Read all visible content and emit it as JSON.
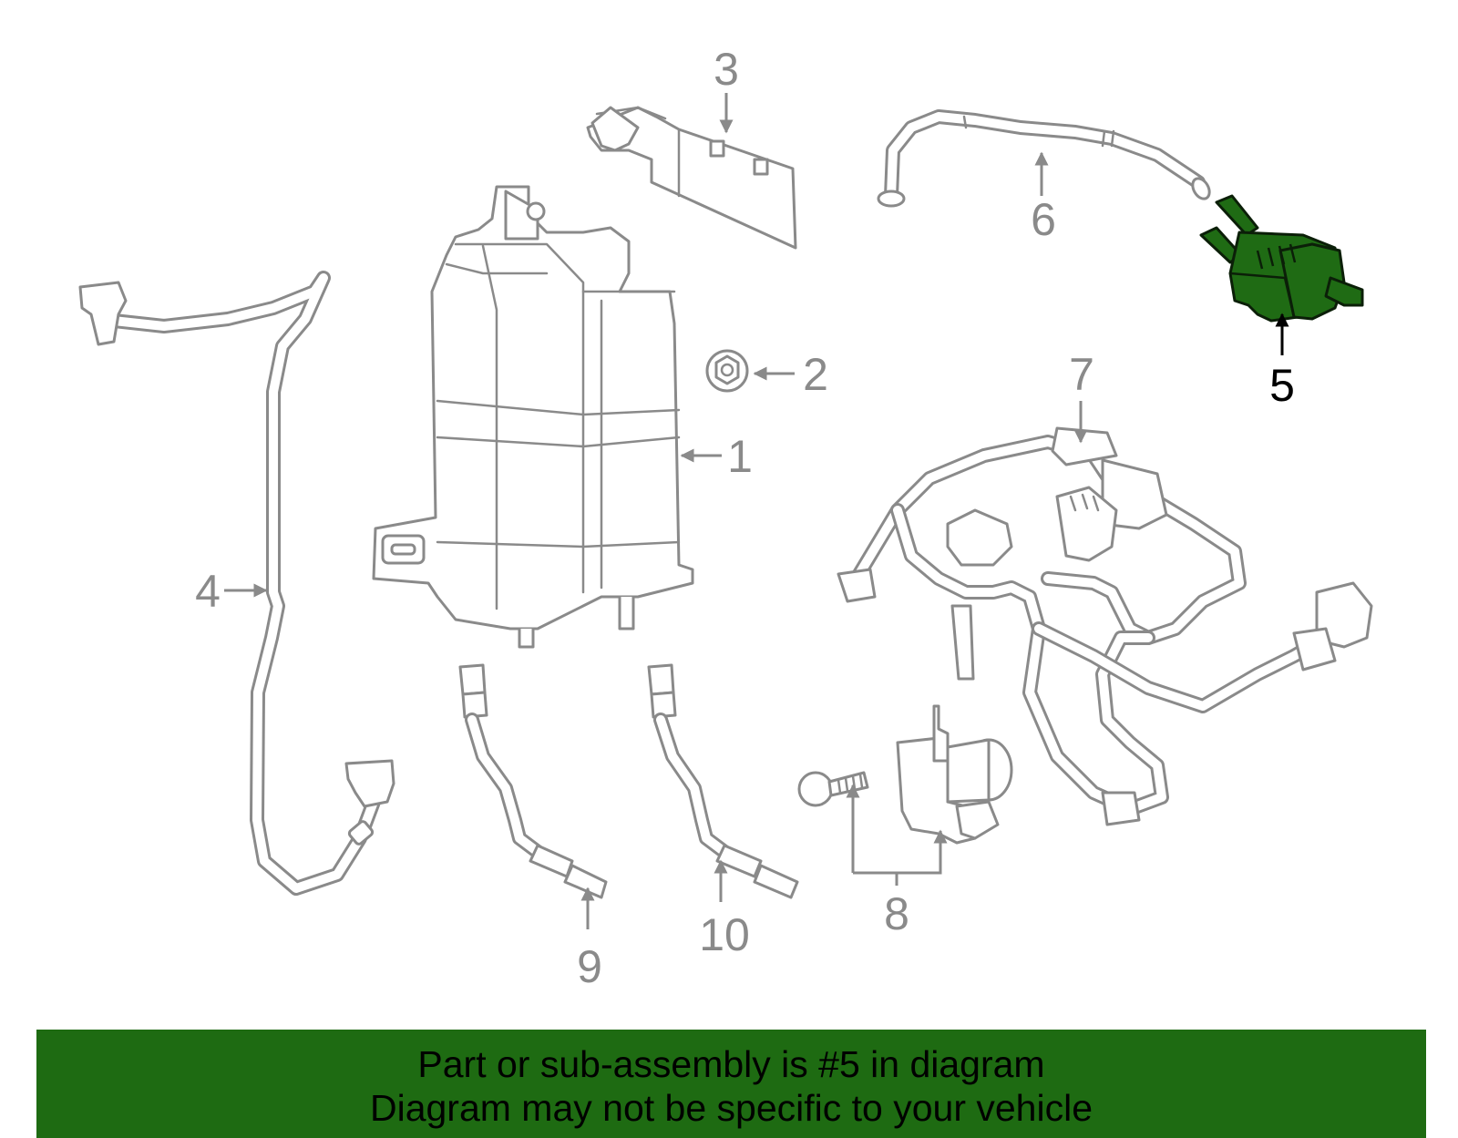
{
  "diagram": {
    "callouts": [
      "1",
      "2",
      "3",
      "4",
      "5",
      "6",
      "7",
      "8",
      "9",
      "10"
    ],
    "highlighted_callout": "5",
    "highlight_color": "#1e6b12",
    "line_color": "#8a8a8a"
  },
  "banner": {
    "line1": "Part or sub-assembly is #5 in diagram",
    "line2": "Diagram may not be specific to your vehicle",
    "background": "#1e6b12"
  }
}
